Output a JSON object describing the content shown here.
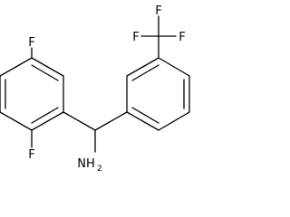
{
  "molecule": {
    "atoms": {
      "fluorine_top": "F",
      "fluorine_bottom": "F",
      "cf3_f_left": "F",
      "cf3_f_right": "F",
      "cf3_f_bottom": "F",
      "amine": "NH",
      "amine_subscript": "2"
    },
    "colors": {
      "bond": "#000000",
      "label": "#000000",
      "background": "#ffffff"
    }
  }
}
